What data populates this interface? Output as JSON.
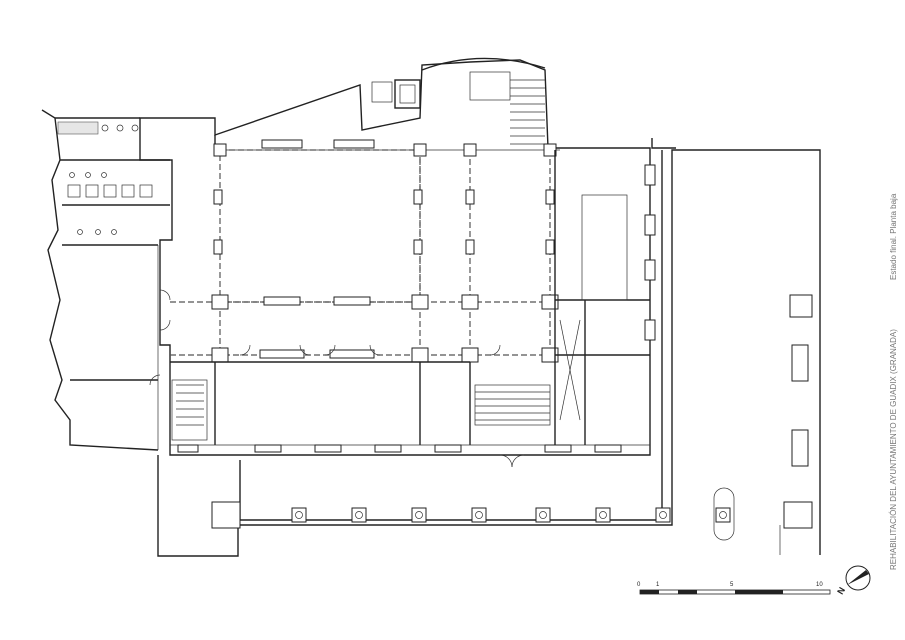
{
  "title_block": {
    "line1": "REHABILITACIÓN DEL AYUNTAMIENTO DE GUADIX (GRANADA)",
    "line2": "Estado final. Planta baja"
  },
  "scale_bar": {
    "labels": [
      "0",
      "1",
      "5",
      "10"
    ]
  },
  "north_arrow": {
    "label": "N"
  }
}
